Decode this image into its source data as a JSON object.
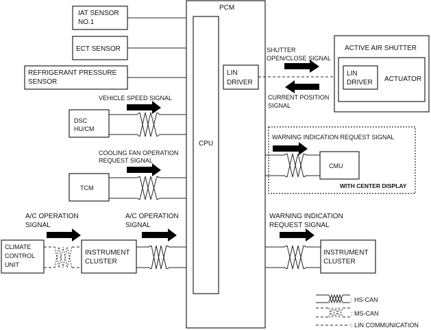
{
  "pcm": {
    "label": "PCM",
    "cpu_label": "CPU",
    "lin_driver": [
      "LIN",
      "DRIVER"
    ]
  },
  "inputs": {
    "iat_sensor": [
      "IAT SENSOR",
      "NO.1"
    ],
    "ect_sensor": "ECT SENSOR",
    "refrigerant_sensor": [
      "REFRIGERANT PRESSURE",
      "SENSOR"
    ],
    "dsc": [
      "DSC",
      "HU/CM"
    ],
    "tcm": "TCM",
    "climate_control": [
      "CLIMATE",
      "CONTROL",
      "UNIT"
    ],
    "instrument_cluster_left": [
      "INSTRUMENT",
      "CLUSTER"
    ]
  },
  "signals": {
    "vehicle_speed": "VEHICLE SPEED SIGNAL",
    "cooling_fan": [
      "COOLING FAN OPERATION",
      "REQUEST SIGNAL"
    ],
    "ac_operation_1": [
      "A/C OPERATION",
      "SIGNAL"
    ],
    "ac_operation_2": [
      "A/C OPERATION",
      "SIGNAL"
    ],
    "shutter_open_close": [
      "SHUTTER",
      "OPEN/CLOSE SIGNAL"
    ],
    "current_position": [
      "CURRENT POSITION",
      "SIGNAL"
    ],
    "warning_cmu": "WARNING INDICATION REQUEST SIGNAL",
    "warning_cluster": [
      "WARNING INDICATION",
      "REQUEST SIGNAL"
    ]
  },
  "outputs": {
    "active_air_shutter": "ACTIVE AIR SHUTTER",
    "shutter_lin_driver": [
      "LIN",
      "DRIVER"
    ],
    "actuator": "ACTUATOR",
    "cmu": "CMU",
    "center_display_note": "WITH CENTER DISPLAY",
    "instrument_cluster_right": [
      "INSTRUMENT",
      "CLUSTER"
    ]
  },
  "legend": {
    "hs_can": ": HS-CAN",
    "ms_can": ": MS-CAN",
    "lin": ": LIN COMMUNICATION"
  }
}
